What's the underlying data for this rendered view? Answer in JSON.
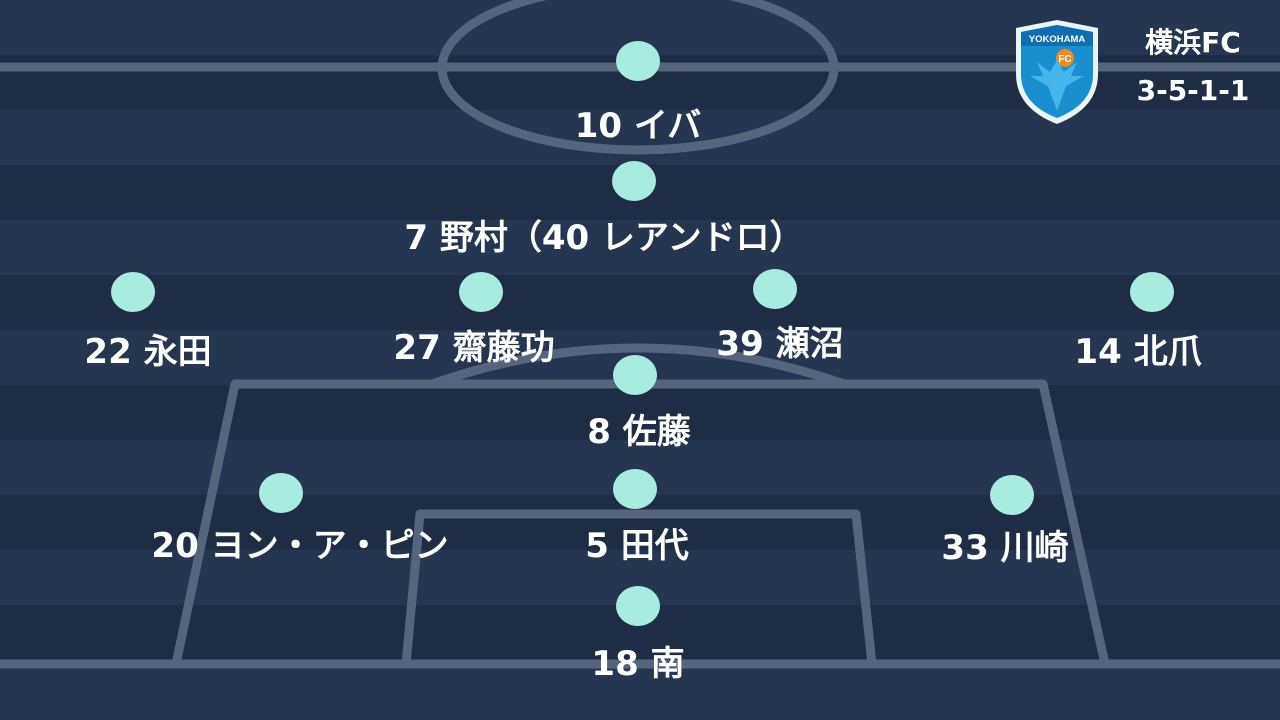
{
  "team": {
    "name": "横浜FC",
    "formation": "3-5-1-1",
    "crest_text": "YOKOHAMA",
    "crest_badge": "FC",
    "colors": {
      "crest_blue": "#1a8fd0",
      "crest_light": "#44b6ea",
      "badge_orange": "#f08a1e"
    }
  },
  "pitch": {
    "background": "#1f2d44",
    "stripe": "#263650",
    "line": "#56657c",
    "dot": "#a7ecdf"
  },
  "players": [
    {
      "label": "10 イバ"
    },
    {
      "label": "7 野村（40 レアンドロ）"
    },
    {
      "label": "22 永田"
    },
    {
      "label": "27 齋藤功"
    },
    {
      "label": "39 瀬沼"
    },
    {
      "label": "14 北爪"
    },
    {
      "label": "8 佐藤"
    },
    {
      "label": "20 ヨン・ア・ピン"
    },
    {
      "label": "5 田代"
    },
    {
      "label": "33 川崎"
    },
    {
      "label": "18 南"
    }
  ]
}
